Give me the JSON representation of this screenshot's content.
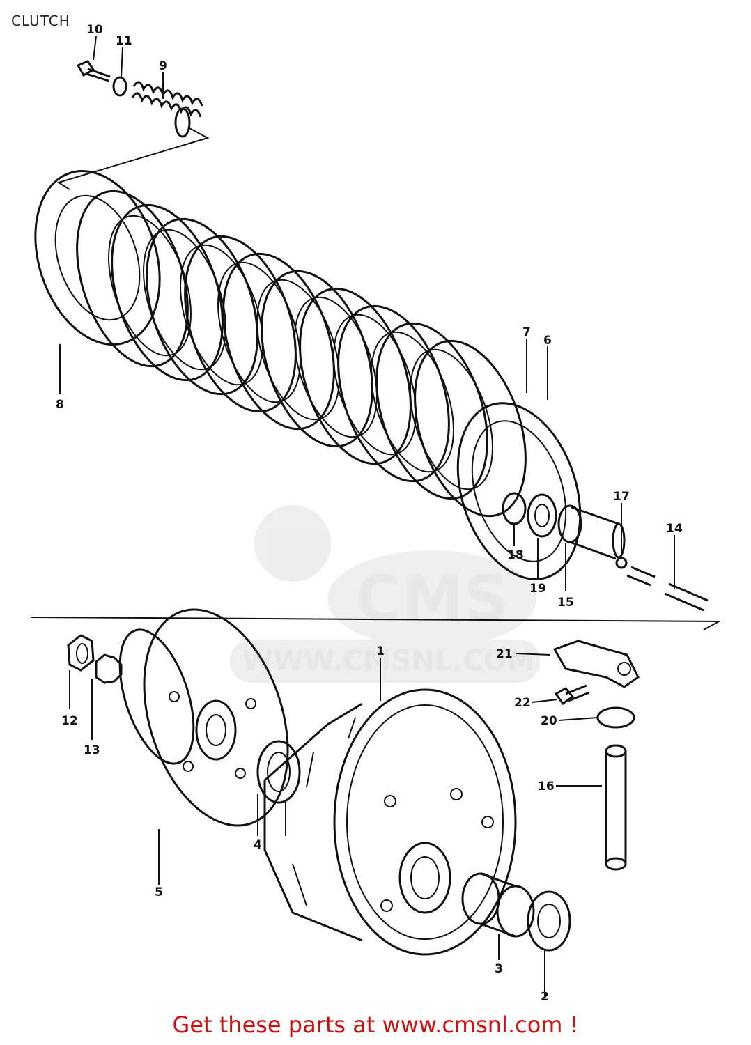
{
  "title": "CLUTCH",
  "watermark": {
    "url": "WWW.CMSNL.COM",
    "logo": "CMS"
  },
  "footer": "Get these parts at www.cmsnl.com !",
  "parts": [
    {
      "id": "p10",
      "label": "10"
    },
    {
      "id": "p11",
      "label": "11"
    },
    {
      "id": "p9",
      "label": "9"
    },
    {
      "id": "p8",
      "label": "8"
    },
    {
      "id": "p7",
      "label": "7"
    },
    {
      "id": "p6",
      "label": "6"
    },
    {
      "id": "p17",
      "label": "17"
    },
    {
      "id": "p14",
      "label": "14"
    },
    {
      "id": "p18",
      "label": "18"
    },
    {
      "id": "p19",
      "label": "19"
    },
    {
      "id": "p15",
      "label": "15"
    },
    {
      "id": "p1",
      "label": "1"
    },
    {
      "id": "p21",
      "label": "21"
    },
    {
      "id": "p22",
      "label": "22"
    },
    {
      "id": "p20",
      "label": "20"
    },
    {
      "id": "p12",
      "label": "12"
    },
    {
      "id": "p13",
      "label": "13"
    },
    {
      "id": "p16",
      "label": "16"
    },
    {
      "id": "p4",
      "label": "4"
    },
    {
      "id": "p5",
      "label": "5"
    },
    {
      "id": "p3",
      "label": "3"
    },
    {
      "id": "p2",
      "label": "2"
    }
  ],
  "colors": {
    "ink": "#111111",
    "footer": "#cc1111",
    "watermark": "#e6e6e6"
  }
}
